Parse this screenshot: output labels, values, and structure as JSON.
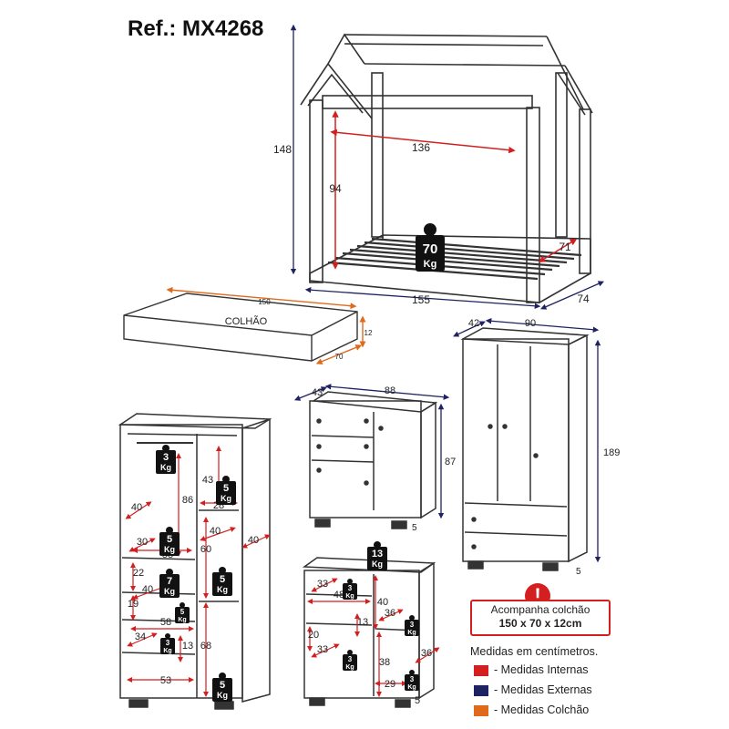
{
  "title": "Ref.: MX4268",
  "colors": {
    "internal": "#d31f1f",
    "external": "#1f2260",
    "mattress": "#e06a1c",
    "line": "#333333"
  },
  "icons": {
    "weight_badge": "weight-icon",
    "hanger": "hanger-icon",
    "alert": "exclamation-icon"
  },
  "bed": {
    "height_total": "148",
    "inner_width": "136",
    "inner_height": "94",
    "depth_inner": "71",
    "outer_width": "155",
    "outer_depth": "74",
    "weight_value": "70",
    "weight_unit": "Kg"
  },
  "mattress": {
    "label": "COLHÃO",
    "length": "150",
    "width": "70",
    "thickness": "12"
  },
  "dresser": {
    "depth": "43",
    "width": "88",
    "height": "87",
    "feet": "5"
  },
  "wardrobe": {
    "depth": "42",
    "width": "90",
    "height": "189",
    "feet": "5"
  },
  "cabinet_large": {
    "hanger_weight": "3",
    "dims": [
      "43",
      "86",
      "28",
      "40",
      "40",
      "60",
      "40",
      "30",
      "58",
      "22",
      "40",
      "19",
      "58",
      "34",
      "13",
      "68",
      "53"
    ],
    "weights": [
      "5",
      "5",
      "5",
      "7",
      "5",
      "3",
      "5"
    ],
    "weight_unit": "Kg"
  },
  "cabinet_small": {
    "top_weight": "13",
    "dims": [
      "33",
      "48",
      "40",
      "36",
      "13",
      "20",
      "33",
      "38",
      "36",
      "29",
      "5"
    ],
    "weights": [
      "3",
      "3",
      "3",
      "3"
    ],
    "weight_unit": "Kg"
  },
  "legend": {
    "note_title": "Acompanha colchão",
    "note_size": "150 x 70 x 12cm",
    "units": "Medidas em centímetros.",
    "items": [
      {
        "label": "- Medidas Internas",
        "color": "#d31f1f"
      },
      {
        "label": "- Medidas Externas",
        "color": "#1f2260"
      },
      {
        "label": "- Medidas Colchão",
        "color": "#e06a1c"
      }
    ],
    "alert_symbol": "!"
  }
}
